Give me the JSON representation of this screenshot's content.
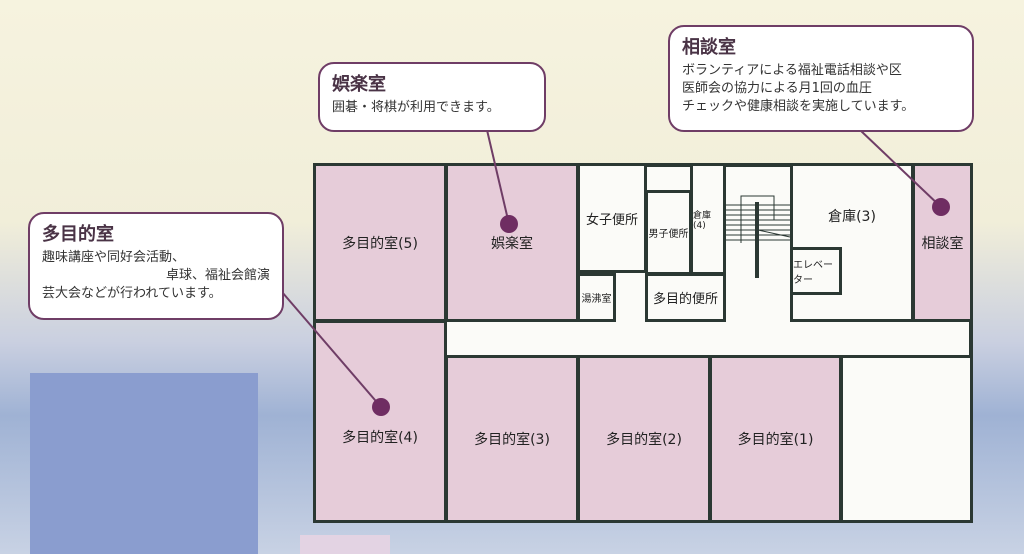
{
  "callouts": {
    "multipurpose": {
      "title": "多目的室",
      "lines": [
        "趣味講座や同好会活動、",
        "卓球、福祉会館演",
        "芸大会などが行われています。"
      ]
    },
    "recreation": {
      "title": "娯楽室",
      "lines": [
        "囲碁・将棋が利用できます。"
      ]
    },
    "consultation": {
      "title": "相談室",
      "lines": [
        "ボランティアによる福祉電話相談や区",
        "医師会の協力による月1回の血圧",
        "チェックや健康相談を実施しています。"
      ]
    }
  },
  "rooms": {
    "mp5": "多目的室(5)",
    "recreation": "娯楽室",
    "womens": "女子便所",
    "mens": "男子便所",
    "storage4": "倉庫(4)",
    "kettle": "湯沸室",
    "accessible_toilet": "多目的便所",
    "storage3": "倉庫(3)",
    "elevator": "エレベーター",
    "consultation": "相談室",
    "mp4": "多目的室(4)",
    "mp3": "多目的室(3)",
    "mp2": "多目的室(2)",
    "mp1": "多目的室(1)"
  },
  "colors": {
    "room_highlight": "#e6ccd9",
    "callout_border": "#6f3d66",
    "wall": "#2b3833"
  }
}
